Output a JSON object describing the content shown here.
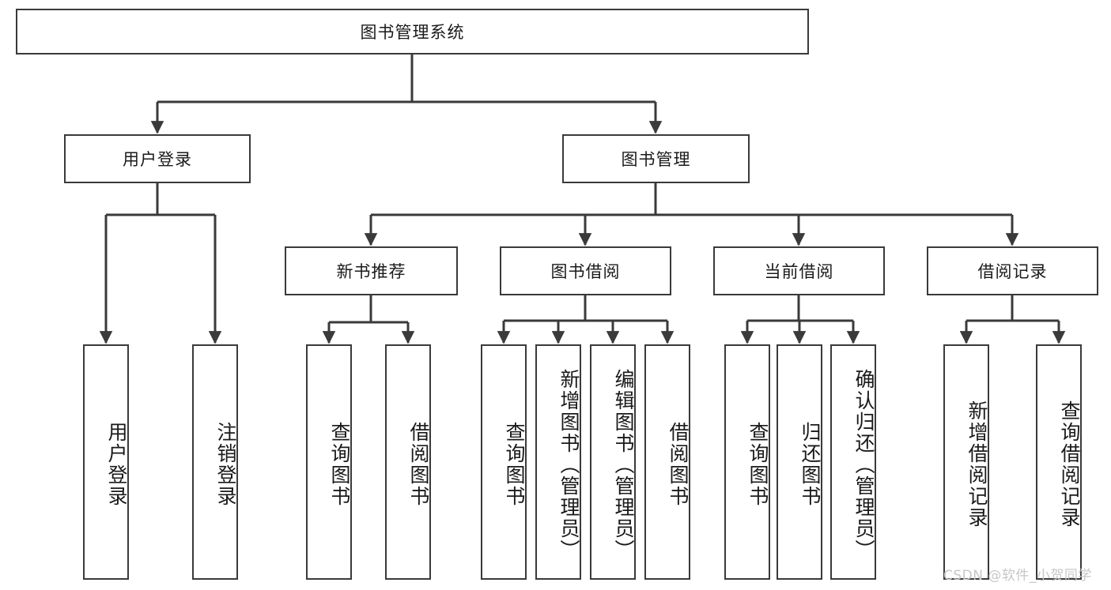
{
  "diagram": {
    "type": "tree-hierarchy",
    "title_node": {
      "label": "图书管理系统"
    },
    "level2": [
      {
        "id": "user-login",
        "label": "用户登录"
      },
      {
        "id": "book-management",
        "label": "图书管理"
      }
    ],
    "level3": [
      {
        "id": "new-book-recommend",
        "label": "新书推荐",
        "parent": "book-management"
      },
      {
        "id": "book-borrow",
        "label": "图书借阅",
        "parent": "book-management"
      },
      {
        "id": "current-borrow",
        "label": "当前借阅",
        "parent": "book-management"
      },
      {
        "id": "borrow-record",
        "label": "借阅记录",
        "parent": "book-management"
      }
    ],
    "leaves": [
      {
        "id": "leaf-user-login",
        "label": "用户登录",
        "parent": "user-login"
      },
      {
        "id": "leaf-logout-login",
        "label": "注销登录",
        "parent": "user-login"
      },
      {
        "id": "leaf-query-book-1",
        "label": "查询图书",
        "parent": "new-book-recommend"
      },
      {
        "id": "leaf-borrow-book-1",
        "label": "借阅图书",
        "parent": "new-book-recommend"
      },
      {
        "id": "leaf-query-book-2",
        "label": "查询图书",
        "parent": "book-borrow"
      },
      {
        "id": "leaf-add-book",
        "label": "新增图书（管理员）",
        "parent": "book-borrow"
      },
      {
        "id": "leaf-edit-book",
        "label": "编辑图书（管理员）",
        "parent": "book-borrow"
      },
      {
        "id": "leaf-borrow-book-2",
        "label": "借阅图书",
        "parent": "book-borrow"
      },
      {
        "id": "leaf-query-book-3",
        "label": "查询图书",
        "parent": "current-borrow"
      },
      {
        "id": "leaf-return-book",
        "label": "归还图书",
        "parent": "current-borrow"
      },
      {
        "id": "leaf-confirm-return",
        "label": "确认归还（管理员）",
        "parent": "current-borrow"
      },
      {
        "id": "leaf-add-record",
        "label": "新增借阅记录",
        "parent": "borrow-record"
      },
      {
        "id": "leaf-query-record",
        "label": "查询借阅记录",
        "parent": "borrow-record"
      }
    ],
    "watermark": "CSDN @软件_小贺同学",
    "colors": {
      "stroke": "#3a3a3a",
      "background": "#ffffff",
      "text": "#1a1a1a",
      "watermark": "#c7c7c7"
    }
  }
}
